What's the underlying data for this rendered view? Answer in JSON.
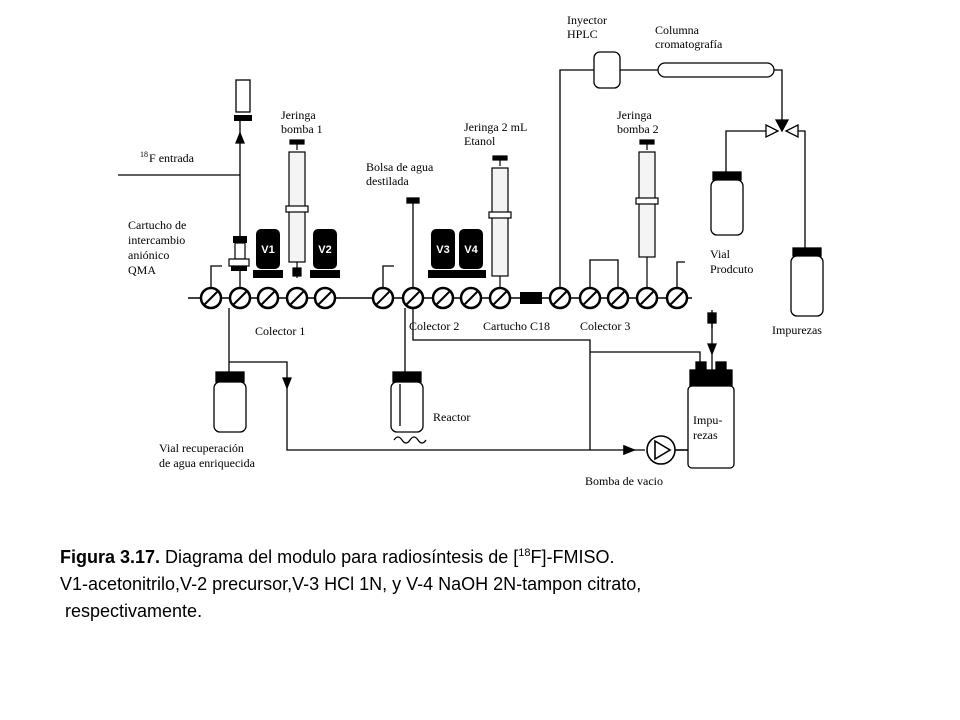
{
  "diagram": {
    "labels": {
      "inyector": [
        "Inyector",
        "HPLC"
      ],
      "columna": [
        "Columna",
        "cromatografía"
      ],
      "jeringa1": [
        "Jeringa",
        "bomba 1"
      ],
      "jeringa2ml": [
        "Jeringa 2 mL",
        "Etanol"
      ],
      "jeringa2": [
        "Jeringa",
        "bomba 2"
      ],
      "f18_sup": "18",
      "f18_text": "F",
      "f18_rest": " entrada",
      "bolsa": [
        "Bolsa de agua",
        "destilada"
      ],
      "cartucho_qma": [
        "Cartucho de",
        "intercambio",
        "aniónico",
        "QMA"
      ],
      "v1": "V1",
      "v2": "V2",
      "v3": "V3",
      "v4": "V4",
      "vial_producto": [
        "Vial",
        "Prodcuto"
      ],
      "impurezas_right": "Impurezas",
      "colector1": "Colector 1",
      "colector2": "Colector 2",
      "cartucho_c18": "Cartucho C18",
      "colector3": "Colector 3",
      "reactor": "Reactor",
      "impurezas_vessel": [
        "Impu-",
        "rezas"
      ],
      "vial_recuperacion": [
        "Vial recuperación",
        "de agua enriquecida"
      ],
      "bomba_vacio": "Bomba de vacio"
    }
  },
  "caption": {
    "figure_label": "Figura 3.17.",
    "line1_text_pre": " Diagrama del modulo para radiosíntesis de [",
    "line1_sup": "18",
    "line1_text_post": "F]-FMISO.",
    "line2": "V1-acetonitrilo,V-2 precursor,V-3 HCl 1N, y V-4 NaOH 2N-tampon citrato,",
    "line3": " respectivamente."
  }
}
